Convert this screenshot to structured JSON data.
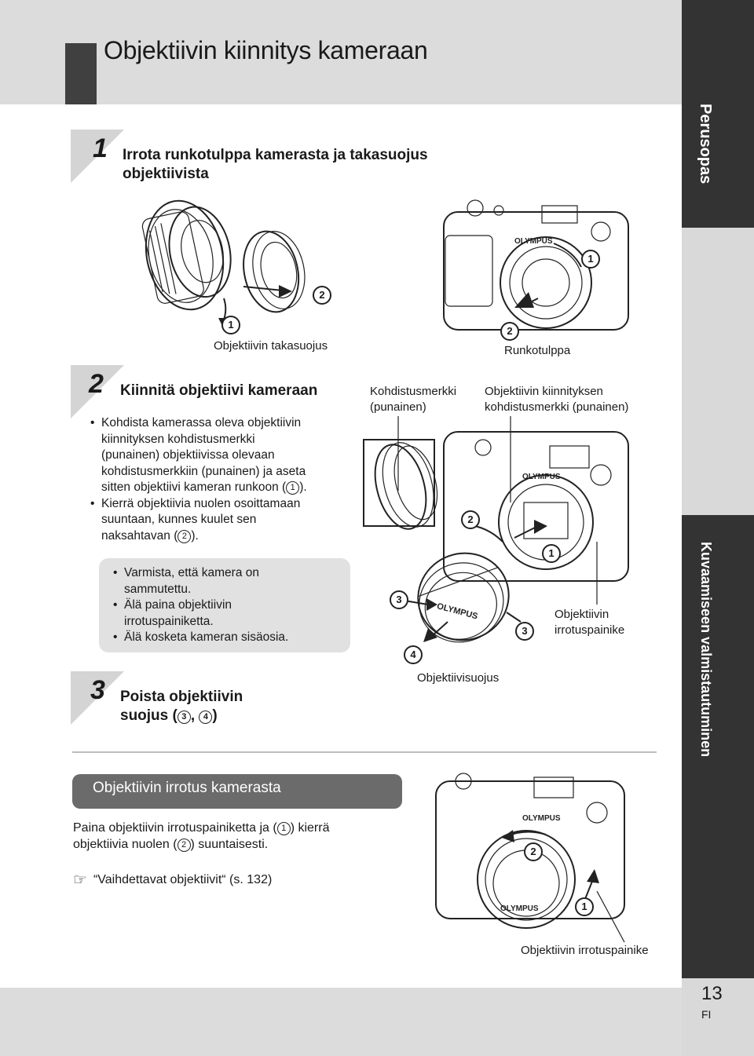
{
  "header": {
    "title": "Objektiivin kiinnitys kameraan"
  },
  "sidebar": {
    "tab_top": "Perusopas",
    "tab_bottom": "Kuvaamiseen valmistautuminen",
    "page_number": "13",
    "language": "FI"
  },
  "step1": {
    "number": "1",
    "title_line1": "Irrota runkotulppa kamerasta ja takasuojus",
    "title_line2": "objektiivista",
    "caption_rear_cap": "Objektiivin takasuojus",
    "caption_body_cap": "Runkotulppa"
  },
  "step2": {
    "number": "2",
    "title": "Kiinnitä objektiivi kameraan",
    "bullet1_lines": [
      "Kohdista kamerassa oleva objektiivin",
      "kiinnityksen kohdistusmerkki",
      "(punainen) objektiivissa olevaan",
      "kohdistusmerkkiin (punainen) ja aseta",
      "sitten objektiivi kameran runkoon ("
    ],
    "bullet1_end": ").",
    "bullet2_lines": [
      "Kierrä objektiivia nuolen osoittamaan",
      "suuntaan, kunnes kuulet sen",
      "naksahtavan ("
    ],
    "bullet2_end": ").",
    "note": [
      "Varmista, että kamera on",
      "sammutettu.",
      "Älä paina objektiivin",
      "irrotuspainiketta.",
      "Älä kosketa kameran sisäosia."
    ],
    "label_alignment_mark": [
      "Kohdistusmerkki",
      "(punainen)"
    ],
    "label_mount_mark": [
      "Objektiivin kiinnityksen",
      "kohdistusmerkki (punainen)"
    ],
    "label_release_button": [
      "Objektiivin",
      "irrotuspainike"
    ],
    "label_lens_cap": "Objektiivisuojus"
  },
  "step3": {
    "number": "3",
    "title_line1": "Poista objektiivin",
    "title_line2_pre": "suojus (",
    "title_sep": ", ",
    "title_end": ")"
  },
  "removal": {
    "title": "Objektiivin irrotus kamerasta",
    "line1_pre": "Paina objektiivin irrotuspainiketta ja (",
    "line1_post": ") kierrä",
    "line2_pre": "objektiivia nuolen (",
    "line2_post": ") suuntaisesti.",
    "ref": "“Vaihdettavat objektiivit“ (s. 132)",
    "label_release_button": "Objektiivin irrotuspainike"
  },
  "markers": {
    "m1": "1",
    "m2": "2",
    "m3": "3",
    "m4": "4"
  },
  "brand": "OLYMPUS"
}
